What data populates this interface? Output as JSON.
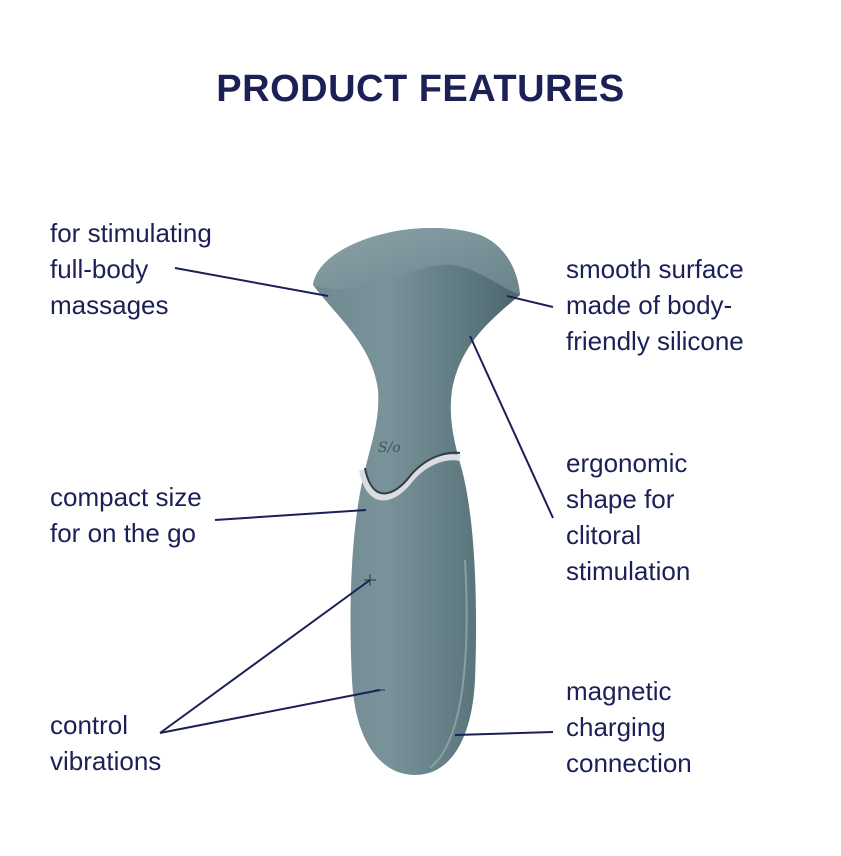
{
  "title": "PRODUCT FEATURES",
  "colors": {
    "text": "#1b2157",
    "product": "#5f7a82",
    "leader_line": "#1b2157"
  },
  "features": {
    "full_body": "for stimulating\nfull-body\nmassages",
    "smooth": "smooth surface\nmade of body-\nfriendly silicone",
    "ergonomic": "ergonomic\nshape for\nclitoral\nstimulation",
    "compact": "compact size\nfor on the go",
    "control": "control\nvibrations",
    "magnetic": "magnetic\ncharging\nconnection"
  }
}
